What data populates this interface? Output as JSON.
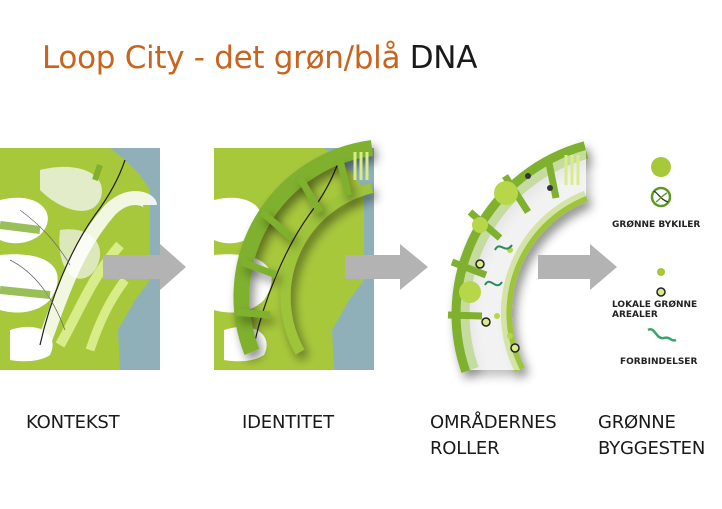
{
  "title": {
    "part1": "Loop City - det grøn/blå ",
    "part2": "DNA"
  },
  "colors": {
    "title_orange": "#c8641e",
    "green_light": "#a8c83c",
    "green_mid": "#7fb02e",
    "green_dark": "#4e8a1e",
    "water": "#8fb0b8",
    "arrow_gray": "#b3b3b3"
  },
  "captions": [
    {
      "line1": "KONTEKST",
      "line2": ""
    },
    {
      "line1": "IDENTITET",
      "line2": ""
    },
    {
      "line1": "OMRÅDERNES",
      "line2": "ROLLER"
    },
    {
      "line1": "GRØNNE",
      "line2": "BYGGESTEN"
    }
  ],
  "legend": {
    "item1": "GRØNNE BYKILER",
    "item2_line1": "LOKALE GRØNNE",
    "item2_line2": "AREALER",
    "item3": "FORBINDELSER"
  }
}
